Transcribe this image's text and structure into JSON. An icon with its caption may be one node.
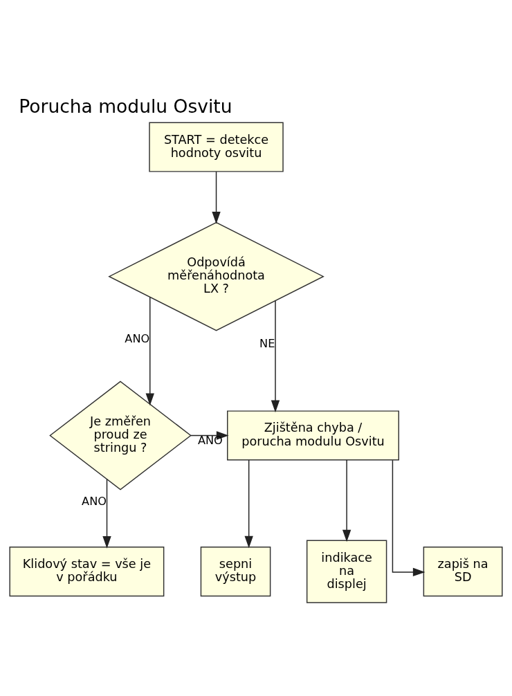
{
  "diagram": {
    "title": "Porucha modulu Osvitu",
    "nodes": [
      {
        "text": [
          "START = detekce hodnoty osvitu"
        ]
      },
      {
        "text": [
          "Odpovídá měřenáhodnota LX ?"
        ]
      },
      {
        "text": [
          "Je změřen proud ze stringu ?"
        ]
      },
      {
        "text": [
          "Zjištěna chyba / porucha modulu Osvitu"
        ]
      },
      {
        "text": [
          "Klidový stav = vše je v pořádku"
        ]
      },
      {
        "text": [
          "sepni výstup"
        ]
      },
      {
        "text": [
          "indikace na displej"
        ]
      },
      {
        "text": [
          "zapiš na SD"
        ]
      }
    ],
    "edges": [
      {
        "from": 0,
        "to": 1,
        "arrow": "to"
      },
      {
        "from": 1,
        "to": 3,
        "arrow": "to",
        "label": "NE"
      },
      {
        "from": 1,
        "to": 2,
        "arrow": "to",
        "label": "ANO"
      },
      {
        "from": 2,
        "to": 3,
        "arrow": "to",
        "label": "ANO"
      },
      {
        "from": 2,
        "to": 4,
        "arrow": "to",
        "label": "ANO"
      },
      {
        "from": 3,
        "to": 5,
        "arrow": "to"
      },
      {
        "from": 3,
        "to": 6,
        "arrow": "to"
      },
      {
        "from": 3,
        "to": 7,
        "arrow": "to"
      }
    ]
  }
}
